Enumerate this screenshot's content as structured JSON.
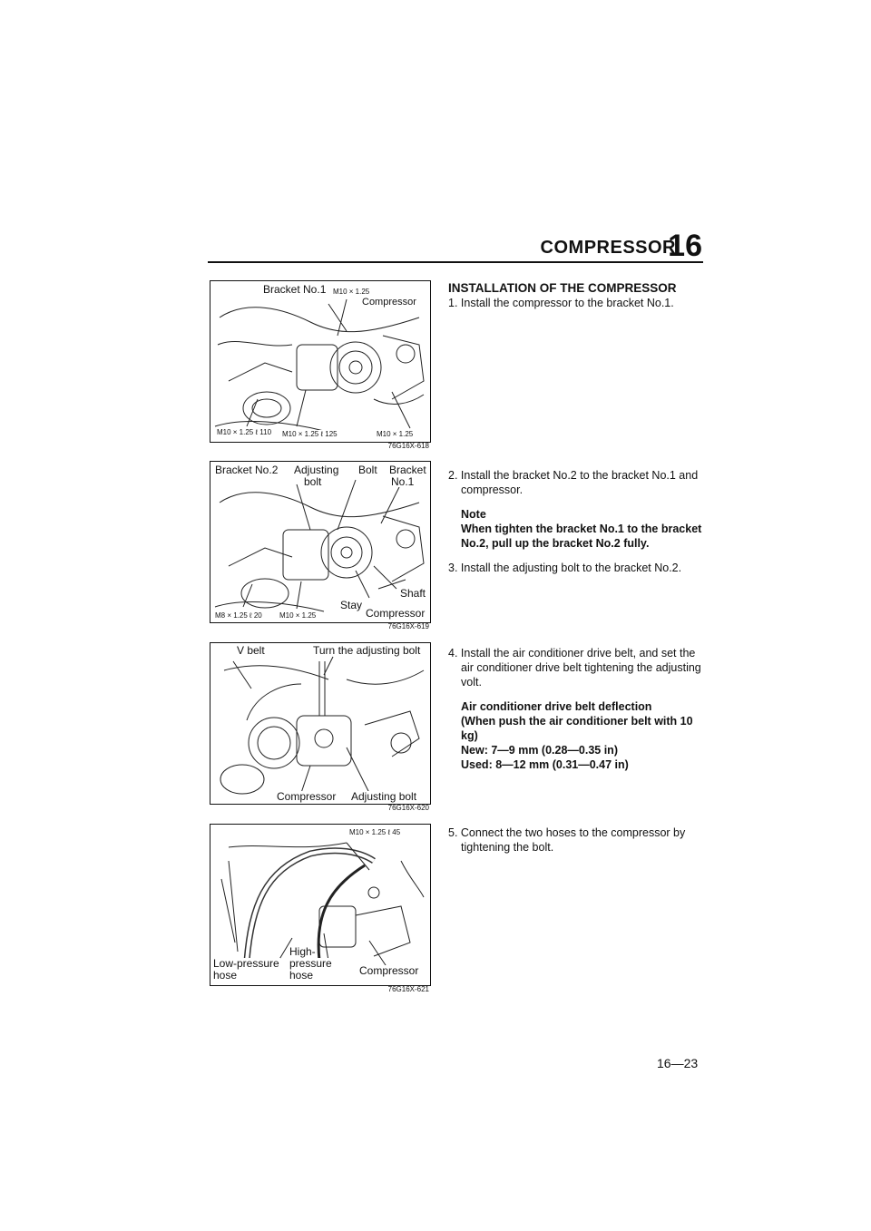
{
  "header": {
    "title": "COMPRESSOR",
    "chapter": "16"
  },
  "figures": [
    {
      "code": "76G16X-618",
      "labels": [
        "Bracket No.1",
        "M10 × 1.25",
        "Compressor",
        "M10 × 1.25 ℓ 110",
        "M10 × 1.25 ℓ 125",
        "M10 × 1.25"
      ]
    },
    {
      "code": "76G16X-619",
      "labels": [
        "Bracket No.2",
        "Adjusting",
        "bolt",
        "Bolt",
        "Bracket",
        "No.1",
        "Shaft",
        "Stay",
        "Compressor",
        "M8 × 1.25 ℓ 20",
        "M10 × 1.25"
      ]
    },
    {
      "code": "76G16X-620",
      "labels": [
        "V belt",
        "Turn the adjusting bolt",
        "Compressor",
        "Adjusting bolt"
      ]
    },
    {
      "code": "76G16X-621",
      "labels": [
        "M10 × 1.25 ℓ 45",
        "Low-pressure",
        "hose",
        "High-",
        "pressure",
        "hose",
        "Compressor"
      ]
    }
  ],
  "section": {
    "heading": "INSTALLATION OF THE COMPRESSOR",
    "step1": "1. Install the compressor to the bracket No.1.",
    "step2": "2. Install the bracket No.2 to the bracket No.1 and compressor.",
    "note_title": "Note",
    "note_body": "When tighten the bracket No.1 to the bracket No.2, pull up the bracket No.2 fully.",
    "step3": "3. Install the adjusting bolt to the bracket No.2.",
    "step4": "4. Install the air conditioner drive belt, and set the air conditioner drive belt tightening the adjusting volt.",
    "spec_title": "Air conditioner drive belt deflection",
    "spec_cond": "(When push the air conditioner belt with 10 kg)",
    "spec_new": "New:  7—9 mm (0.28—0.35 in)",
    "spec_used": "Used: 8—12 mm (0.31—0.47 in)",
    "step5": "5. Connect the two hoses to the compressor by tightening the bolt."
  },
  "footer": {
    "page": "16—23"
  }
}
